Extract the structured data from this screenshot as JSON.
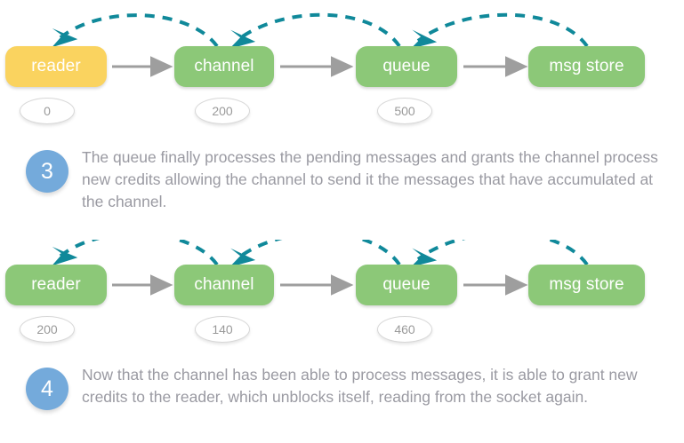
{
  "background": "#ffffff",
  "colors": {
    "node_green": "#8cc878",
    "node_yellow": "#fad35f",
    "node_label": "#ffffff",
    "badge_fill": "#ffffff",
    "badge_border": "#d8d8d8",
    "badge_text": "#9a9a9a",
    "solid_arrow": "#9e9e9e",
    "dashed_arrow": "#10899a",
    "step_circle": "#74aadb",
    "step_number": "#ffffff",
    "step_text": "#9a9aa2"
  },
  "diagrams": [
    {
      "id": "diagram-1",
      "nodes": [
        {
          "label": "reader",
          "color": "yellow",
          "badge": "0"
        },
        {
          "label": "channel",
          "color": "green",
          "badge": "200"
        },
        {
          "label": "queue",
          "color": "green",
          "badge": "500"
        },
        {
          "label": "msg store",
          "color": "green",
          "badge": null
        }
      ],
      "solid_flow": [
        "reader",
        "channel",
        "queue",
        "msg store"
      ],
      "dashed_credit_flow": [
        {
          "from": "channel",
          "to": "reader"
        },
        {
          "from": "queue",
          "to": "channel"
        },
        {
          "from": "msg store",
          "to": "queue"
        }
      ]
    },
    {
      "id": "diagram-2",
      "nodes": [
        {
          "label": "reader",
          "color": "green",
          "badge": "200"
        },
        {
          "label": "channel",
          "color": "green",
          "badge": "140"
        },
        {
          "label": "queue",
          "color": "green",
          "badge": "460"
        },
        {
          "label": "msg store",
          "color": "green",
          "badge": null
        }
      ],
      "solid_flow": [
        "reader",
        "channel",
        "queue",
        "msg store"
      ],
      "dashed_credit_flow": [
        {
          "from": "channel",
          "to": "reader"
        },
        {
          "from": "queue",
          "to": "channel"
        },
        {
          "from": "msg store",
          "to": "queue"
        }
      ]
    }
  ],
  "steps": [
    {
      "number": "3",
      "text": "The queue finally processes the pending messages and grants the channel process new credits allowing the channel to send it the messages that have accumulated at the channel."
    },
    {
      "number": "4",
      "text": "Now that the channel has been able to process messages, it is able to grant new credits to the reader, which unblocks itself, reading from the socket again."
    }
  ]
}
